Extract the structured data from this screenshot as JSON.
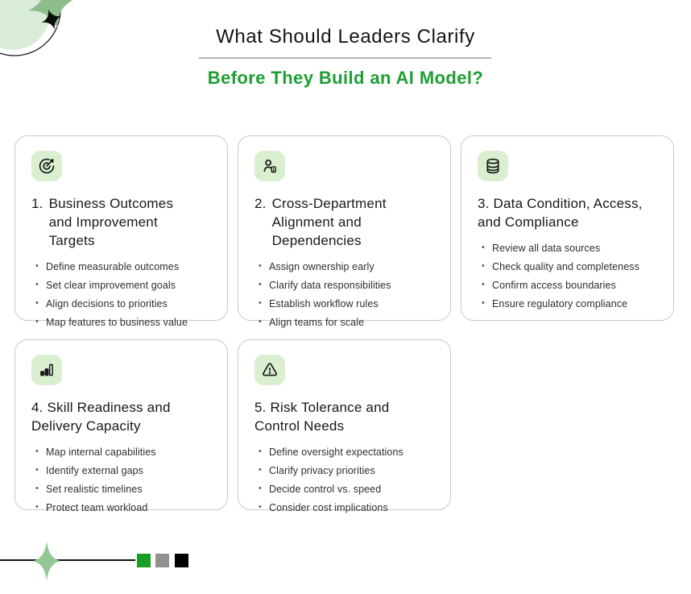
{
  "header": {
    "title": "What Should Leaders Clarify",
    "subtitle": "Before They Build an AI Model?"
  },
  "cards": [
    {
      "number": "1.",
      "title": "Business Outcomes and Improvement Targets",
      "icon": "target-arrow-icon",
      "bullets": [
        "Define measurable outcomes",
        "Set clear improvement goals",
        "Align decisions to priorities",
        "Map features to business value"
      ]
    },
    {
      "number": "2.",
      "title": "Cross-Department Alignment and Dependencies",
      "icon": "user-badge-icon",
      "bullets": [
        "Assign ownership early",
        "Clarify data responsibilities",
        "Establish workflow rules",
        "Align teams for scale"
      ]
    },
    {
      "number": "3.",
      "title": "Data Condition, Access, and Compliance",
      "icon": "database-icon",
      "bullets": [
        "Review all data sources",
        "Check quality and completeness",
        "Confirm access boundaries",
        "Ensure regulatory compliance"
      ]
    },
    {
      "number": "4.",
      "title": "Skill Readiness and Delivery Capacity",
      "icon": "bar-chart-icon",
      "bullets": [
        "Map internal capabilities",
        "Identify external gaps",
        "Set realistic timelines",
        "Protect team workload"
      ]
    },
    {
      "number": "5.",
      "title": "Risk Tolerance and Control Needs",
      "icon": "warning-triangle-icon",
      "bullets": [
        "Define oversight expectations",
        "Clarify privacy priorities",
        "Decide control vs. speed",
        "Consider cost implications"
      ]
    }
  ],
  "colors": {
    "accent_green": "#1e9e33",
    "icon_tile_bg": "#daefd0",
    "pale_circle": "#d9edd9",
    "sparkle_green": "#8dbd8a",
    "footer_star_green": "#92c893",
    "square_green": "#189c23",
    "square_gray": "#909090",
    "square_black": "#000000",
    "divider_gray": "#b3b3b3"
  }
}
